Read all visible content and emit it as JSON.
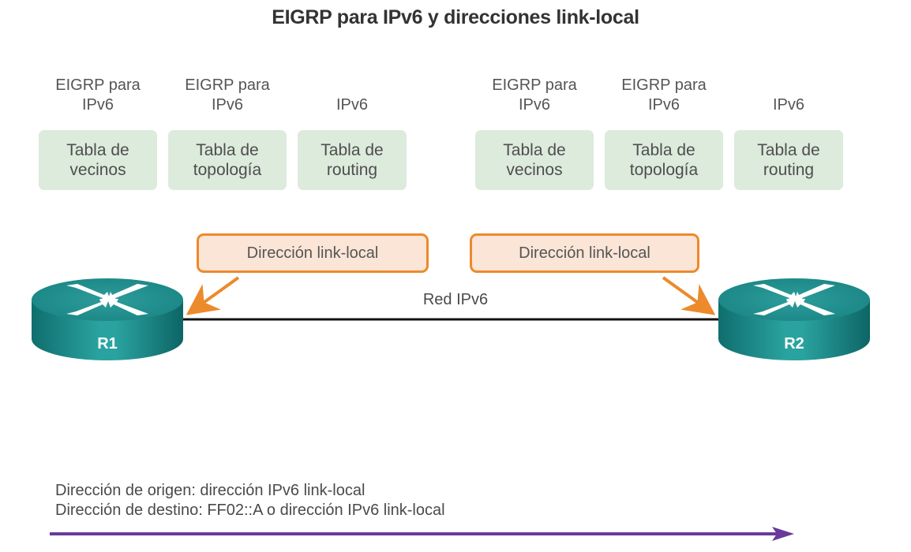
{
  "title": "EIGRP para IPv6 y direcciones link-local",
  "routers": [
    {
      "name": "R1",
      "tables": [
        {
          "owner": [
            "EIGRP para",
            "IPv6"
          ],
          "table": [
            "Tabla de",
            "vecinos"
          ]
        },
        {
          "owner": [
            "EIGRP para",
            "IPv6"
          ],
          "table": [
            "Tabla de",
            "topología"
          ]
        },
        {
          "owner": [
            "",
            "IPv6"
          ],
          "table": [
            "Tabla de",
            "routing"
          ]
        }
      ],
      "callout": "Dirección link-local"
    },
    {
      "name": "R2",
      "tables": [
        {
          "owner": [
            "EIGRP para",
            "IPv6"
          ],
          "table": [
            "Tabla de",
            "vecinos"
          ]
        },
        {
          "owner": [
            "EIGRP para",
            "IPv6"
          ],
          "table": [
            "Tabla de",
            "topología"
          ]
        },
        {
          "owner": [
            "",
            "IPv6"
          ],
          "table": [
            "Tabla de",
            "routing"
          ]
        }
      ],
      "callout": "Dirección link-local"
    }
  ],
  "network_label": "Red IPv6",
  "footer": {
    "source_line": "Dirección de origen: dirección IPv6 link-local",
    "destination_line": "Dirección de destino: FF02::A o dirección IPv6 link-local"
  },
  "colors": {
    "table_fill": "#dcebdc",
    "callout_fill": "#fbe5d6",
    "callout_border": "#ec8a2c",
    "router_teal": "#1d8a8a",
    "flow_arrow": "#6a3a9a"
  }
}
